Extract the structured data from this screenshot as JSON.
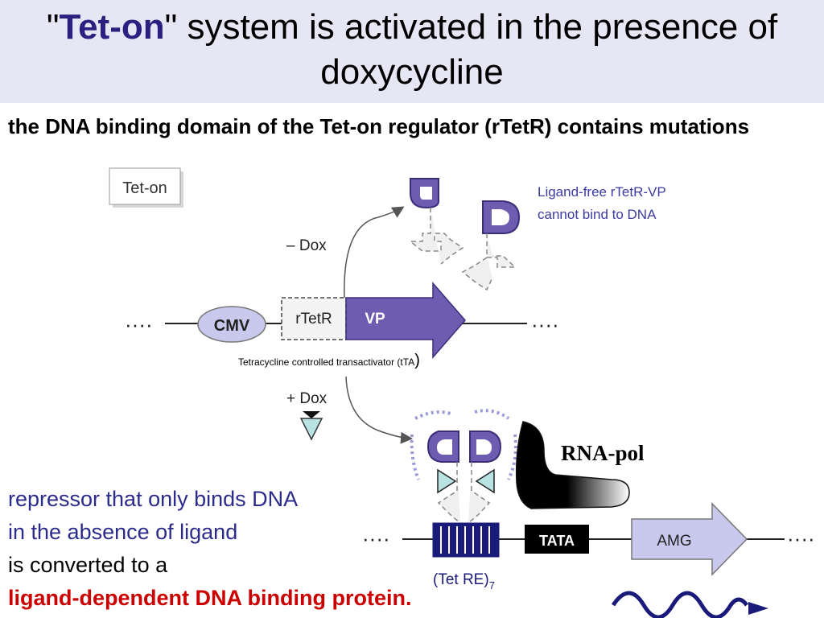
{
  "title": {
    "quote_open": "\"",
    "highlight": "Tet-on",
    "quote_close": "\"",
    "rest": " system is activated in the presence of doxycycline"
  },
  "subtitle": "the DNA binding domain of the Tet-on regulator (rTetR) contains mutations",
  "diagram": {
    "tet_on_box": "Tet-on",
    "ligand_free_line1": "Ligand-free rTetR-VP",
    "ligand_free_line2": "cannot bind to DNA",
    "minus_dox": "– Dox",
    "plus_dox": "+ Dox",
    "cmv": "CMV",
    "rtetr": "rTetR",
    "vp": "VP",
    "tta_label": "Tetracycline controlled transactivator (tTA",
    "tta_close": ")",
    "tata": "TATA",
    "amg": "AMG",
    "tet_re": "(Tet RE)",
    "tet_re_sub": "7",
    "dots": "····"
  },
  "rna_pol": "RNA-pol",
  "bottom": {
    "line1": "repressor that only binds DNA",
    "line2": "in the absence of ligand",
    "line3": "is converted to a",
    "line4": "ligand-dependent DNA binding protein."
  },
  "colors": {
    "title_band": "#e6e6f5",
    "title_highlight": "#2b1f80",
    "purple_fill": "#6e5cb0",
    "lavender_fill": "#c9c9ee",
    "navy": "#1a1a7a",
    "red_text": "#cc0000",
    "blue_text": "#2b2b8c"
  }
}
